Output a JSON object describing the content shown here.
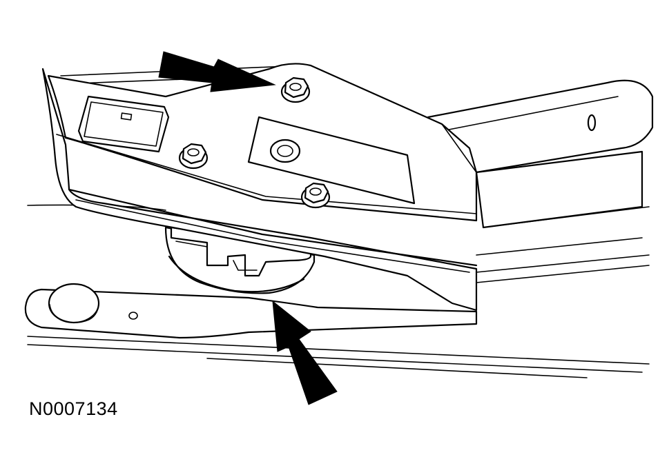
{
  "figure": {
    "reference_id": "N0007134",
    "ink_color": "#000000",
    "background_color": "#ffffff",
    "callouts": [
      {
        "name": "arrow-bolt-upper",
        "points_to": "bolt"
      },
      {
        "name": "arrow-component-lower",
        "points_to": "round-component"
      }
    ]
  }
}
